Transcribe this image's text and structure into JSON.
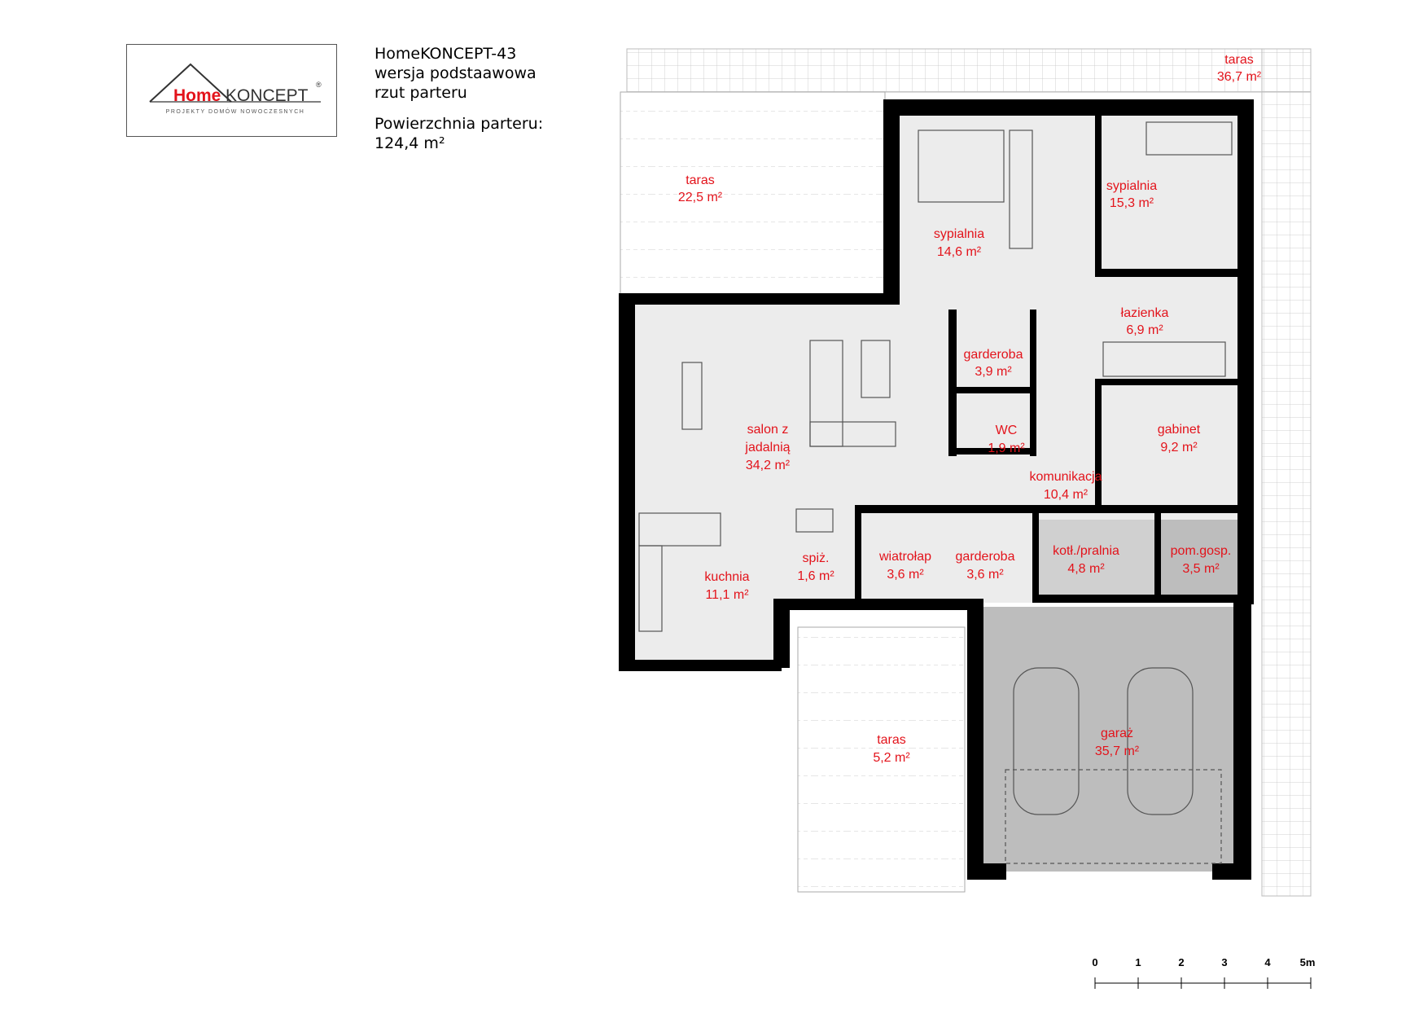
{
  "logo": {
    "home": "Home",
    "koncept": "KONCEPT",
    "registered": "®",
    "tagline": "PROJEKTY DOMÓW NOWOCZESNYCH"
  },
  "header": {
    "title": "HomeKONCEPT-43",
    "version": "wersja podstaawowa",
    "view": "rzut parteru",
    "area_label": "Powierzchnia parteru:",
    "area_value": "124,4 m²"
  },
  "colors": {
    "label": "#e3131b",
    "wall": "#000000",
    "floor": "#ececec",
    "garage": "#bdbdbd"
  },
  "rooms": {
    "taras_top": {
      "name": "taras",
      "area": "36,7 m²"
    },
    "taras_left": {
      "name": "taras",
      "area": "22,5 m²"
    },
    "sypialnia1": {
      "name": "sypialnia",
      "area": "14,6 m²"
    },
    "sypialnia2": {
      "name": "sypialnia",
      "area": "15,3 m²"
    },
    "lazienka": {
      "name": "łazienka",
      "area": "6,9 m²"
    },
    "garderoba1": {
      "name": "garderoba",
      "area": "3,9 m²"
    },
    "wc": {
      "name": "WC",
      "area": "1,9 m²"
    },
    "salon": {
      "line1": "salon z",
      "line2": "jadalnią",
      "area": "34,2 m²"
    },
    "gabinet": {
      "name": "gabinet",
      "area": "9,2 m²"
    },
    "komunikacja": {
      "name": "komunikacja",
      "area": "10,4 m²"
    },
    "kuchnia": {
      "name": "kuchnia",
      "area": "11,1 m²"
    },
    "spiz": {
      "name": "spiż.",
      "area": "1,6 m²"
    },
    "wiatrolap": {
      "name": "wiatrołap",
      "area": "3,6 m²"
    },
    "garderoba2": {
      "name": "garderoba",
      "area": "3,6 m²"
    },
    "kotl": {
      "name": "kotł./pralnia",
      "area": "4,8 m²"
    },
    "pomgosp": {
      "name": "pom.gosp.",
      "area": "3,5 m²"
    },
    "garaz": {
      "name": "garaż",
      "area": "35,7 m²"
    },
    "taras_bottom": {
      "name": "taras",
      "area": "5,2 m²"
    }
  },
  "scale": {
    "ticks": [
      "0",
      "1",
      "2",
      "3",
      "4",
      "5m"
    ]
  }
}
